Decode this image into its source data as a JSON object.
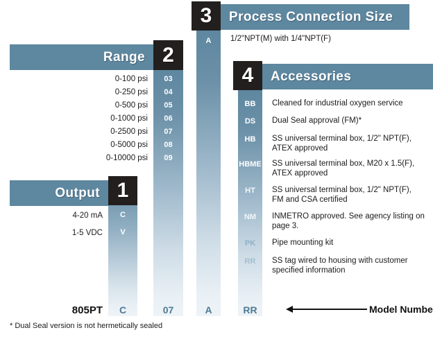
{
  "sections": {
    "output": {
      "badge": "1",
      "title": "Output",
      "options": [
        {
          "label": "4-20 mA",
          "code": "C"
        },
        {
          "label": "1-5 VDC",
          "code": "V"
        }
      ]
    },
    "range": {
      "badge": "2",
      "title": "Range",
      "options": [
        {
          "label": "0-100 psi",
          "code": "03"
        },
        {
          "label": "0-250 psi",
          "code": "04"
        },
        {
          "label": "0-500 psi",
          "code": "05"
        },
        {
          "label": "0-1000 psi",
          "code": "06"
        },
        {
          "label": "0-2500 psi",
          "code": "07"
        },
        {
          "label": "0-5000 psi",
          "code": "08"
        },
        {
          "label": "0-10000 psi",
          "code": "09"
        }
      ]
    },
    "process_connection_size": {
      "badge": "3",
      "title": "Process Connection Size",
      "options": [
        {
          "code": "A",
          "description": "1/2\"NPT(M) with 1/4\"NPT(F)"
        }
      ]
    },
    "accessories": {
      "badge": "4",
      "title": "Accessories",
      "options": [
        {
          "code": "BB",
          "description": "Cleaned for industrial oxygen service"
        },
        {
          "code": "DS",
          "description": "Dual Seal approval (FM)*"
        },
        {
          "code": "HB",
          "description": "SS universal terminal box, 1/2\" NPT(F),\nATEX approved"
        },
        {
          "code": "HBME",
          "description": "SS universal terminal box, M20 x 1.5(F),\nATEX approved"
        },
        {
          "code": "HT",
          "description": "SS universal terminal box, 1/2\" NPT(F),\nFM and CSA certified"
        },
        {
          "code": "NM",
          "description": "INMETRO approved. See agency listing on\npage 3."
        },
        {
          "code": "PK",
          "description": "Pipe mounting kit"
        },
        {
          "code": "RR",
          "description": "SS tag wired to housing with customer\nspecified information"
        }
      ]
    }
  },
  "model_number_row": {
    "prefix": "805PT",
    "parts": [
      "C",
      "07",
      "A",
      "RR"
    ],
    "arrow_label": "Model Number"
  },
  "footnote": "* Dual Seal version is not hermetically sealed",
  "colors": {
    "bar": "#5e87a0",
    "badge": "#231f1e",
    "code_text": "#4d7b96",
    "text": "#1a1a1a",
    "background": "#ffffff"
  }
}
